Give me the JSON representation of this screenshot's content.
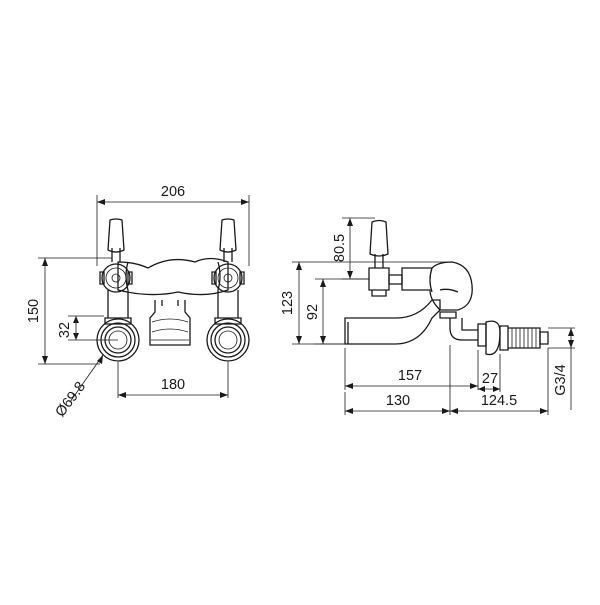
{
  "front_view": {
    "overall_width": "206",
    "overall_height": "150",
    "inlet_height": "32",
    "centres": "180",
    "flange_diameter": "Ø69.8"
  },
  "side_view": {
    "handle_height": "80.5",
    "height_123": "123",
    "spout_height": "92",
    "spout_reach": "157",
    "thread_length": "27",
    "length_130": "130",
    "length_124_5": "124.5",
    "thread_size": "G3/4"
  }
}
